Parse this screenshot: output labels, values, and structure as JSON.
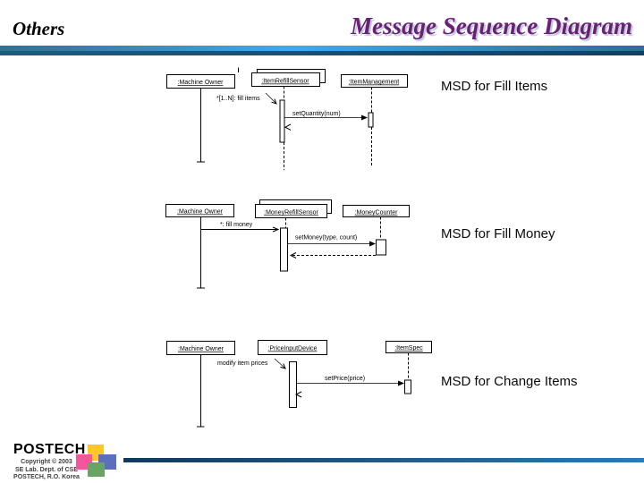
{
  "slide": {
    "section_label": "Others",
    "title": "Message Sequence Diagram"
  },
  "msd_labels": {
    "fill_items": "MSD for Fill Items",
    "fill_money": "MSD for Fill Money",
    "change_items": "MSD for Change Items"
  },
  "diagrams": {
    "fill_items": {
      "objects": {
        "owner": ":Machine Owner",
        "sensor": ":ItemRefillSensor",
        "management": ":ItemManagement"
      },
      "messages": {
        "fill": "*[1..N]: fill items",
        "set_quantity": "setQuantity(num)"
      }
    },
    "fill_money": {
      "objects": {
        "owner": ":Machine Owner",
        "sensor": ":MoneyRefillSensor",
        "counter": ":MoneyCounter"
      },
      "messages": {
        "fill": "*: fill money",
        "set_money": "setMoney(type, count)"
      }
    },
    "change_items": {
      "objects": {
        "owner": ":Machine Owner",
        "device": ":PriceInputDevice",
        "spec": ":ItemSpec"
      },
      "messages": {
        "modify": "modify item prices",
        "set_price": "setPrice(price)"
      }
    }
  },
  "footer": {
    "logo_text": "POSTECH",
    "copyright": [
      "Copyright © 2003",
      "SE Lab. Dept. of CSE",
      "POSTECH, R.O. Korea"
    ]
  },
  "colors": {
    "title_text": "#6b2077",
    "divider_gradient": [
      "#336f92",
      "#3fa9f0",
      "#2b6f9a"
    ],
    "divider_dark_band": "#1a4c6d",
    "footer_bar_gradient": [
      "#12395c",
      "#2e7ab2"
    ],
    "logo_squares": {
      "yellow": "#fcc829",
      "pink": "#f2579b",
      "blue": "#5c6ebe",
      "green": "#69a465"
    }
  }
}
